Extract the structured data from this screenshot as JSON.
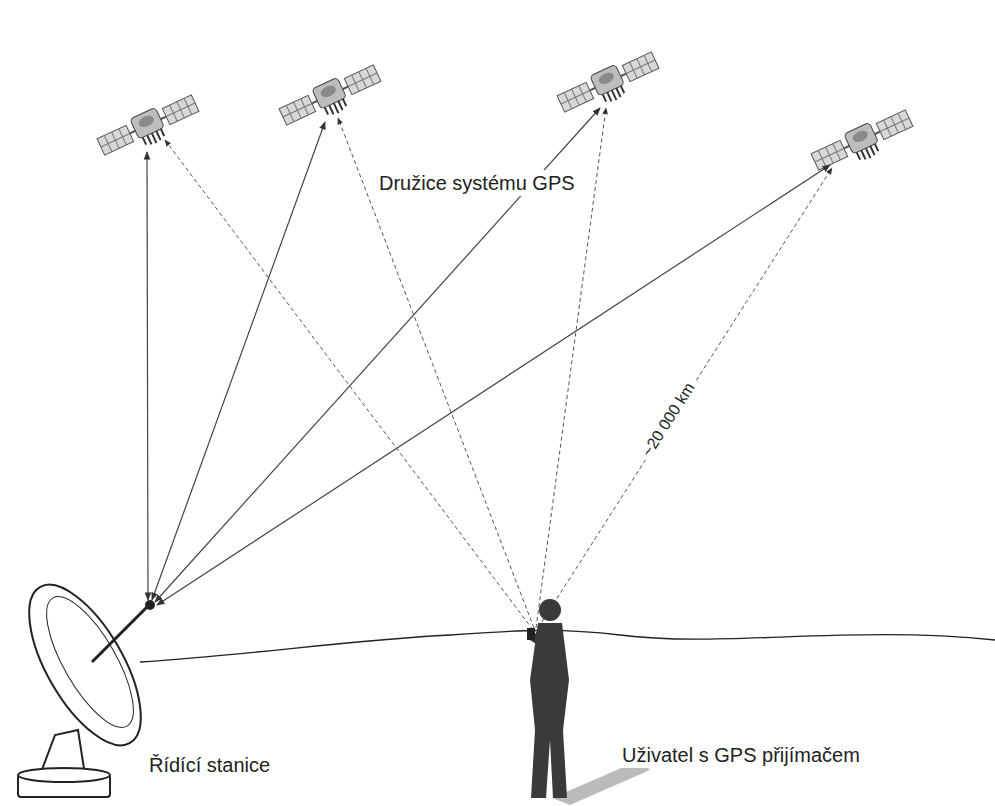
{
  "diagram": {
    "labels": [
      "Družice systému GPS",
      "~20 000 km",
      "Řídící stanice",
      "Uživatel s GPS přijímačem"
    ]
  }
}
